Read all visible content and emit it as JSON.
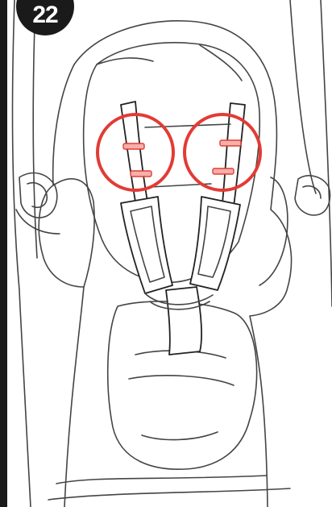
{
  "step": {
    "number": "22"
  },
  "highlight_color": "#e23b35",
  "icons": {
    "illustration": "stroller-seat-harness-illustration",
    "left_marker": "shoulder-height-clip-left",
    "right_marker": "shoulder-height-clip-right"
  }
}
